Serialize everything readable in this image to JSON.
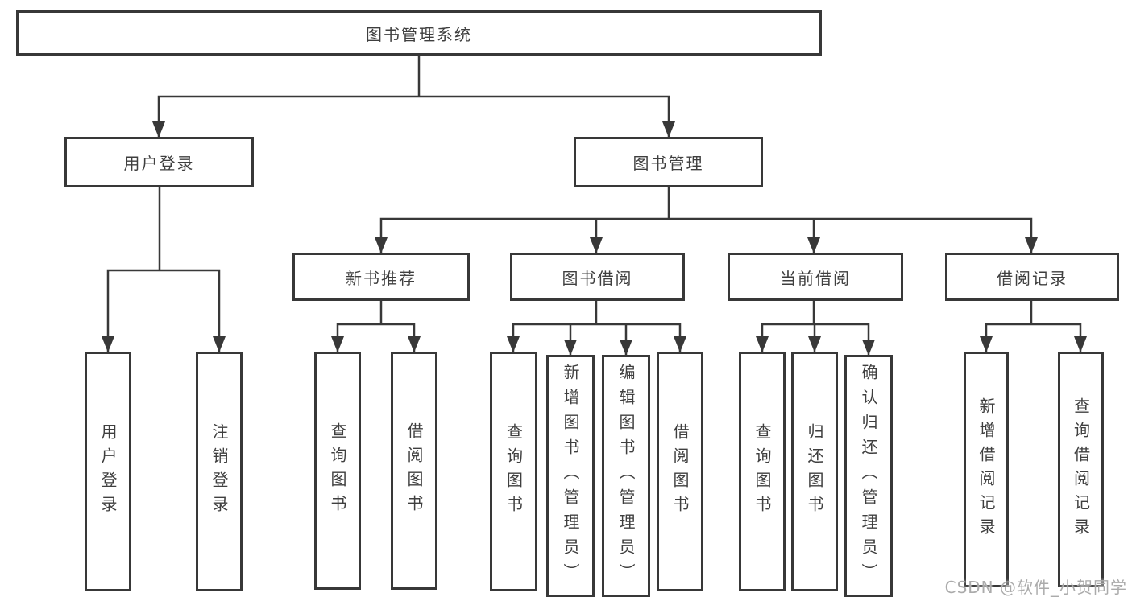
{
  "tree": {
    "label": "图书管理系统",
    "children": [
      {
        "label": "用户登录",
        "children": [
          {
            "label": "用户登录"
          },
          {
            "label": "注销登录"
          }
        ]
      },
      {
        "label": "图书管理",
        "children": [
          {
            "label": "新书推荐",
            "children": [
              {
                "label": "查询图书"
              },
              {
                "label": "借阅图书"
              }
            ]
          },
          {
            "label": "图书借阅",
            "children": [
              {
                "label": "查询图书"
              },
              {
                "label": "新增图书（管理员）"
              },
              {
                "label": "编辑图书（管理员）"
              },
              {
                "label": "借阅图书"
              }
            ]
          },
          {
            "label": "当前借阅",
            "children": [
              {
                "label": "查询图书"
              },
              {
                "label": "归还图书"
              },
              {
                "label": "确认归还（管理员）"
              }
            ]
          },
          {
            "label": "借阅记录",
            "children": [
              {
                "label": "新增借阅记录"
              },
              {
                "label": "查询借阅记录"
              }
            ]
          }
        ]
      }
    ]
  },
  "watermark": "CSDN @软件_小贺同学",
  "colors": {
    "line": "#383838",
    "text": "#3f3f3f",
    "box_background": "#ffffff",
    "watermark": "#ababab"
  }
}
